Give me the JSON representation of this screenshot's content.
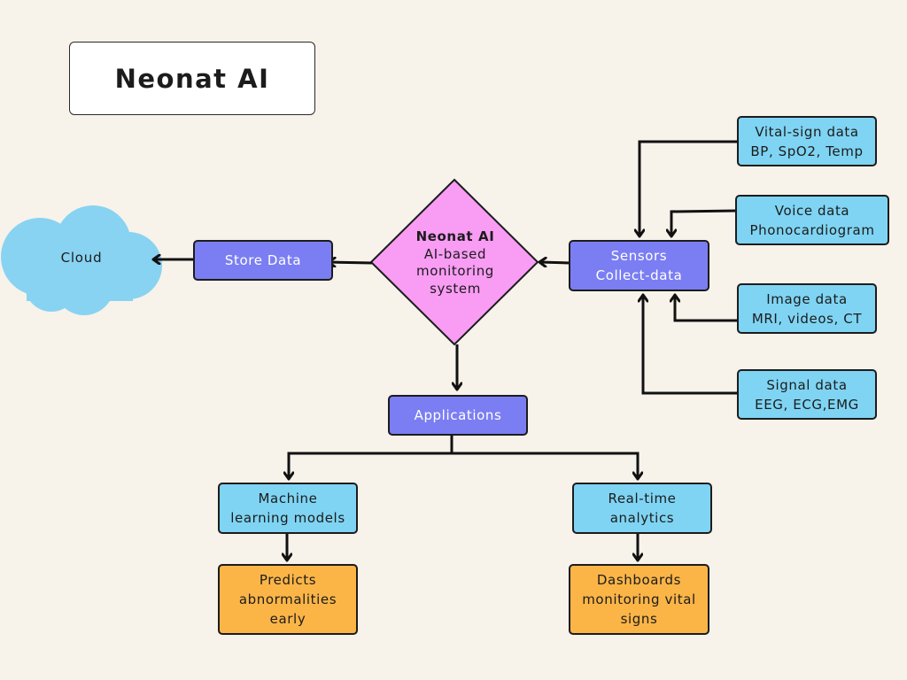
{
  "title": "Neonat AI",
  "cloud": {
    "label": "Cloud"
  },
  "store_data": {
    "label": "Store Data"
  },
  "central": {
    "name": "Neonat AI",
    "line1": "AI-based",
    "line2": "monitoring",
    "line3": "system"
  },
  "sensors": {
    "line1": "Sensors",
    "line2": "Collect-data"
  },
  "data_sources": {
    "vital": {
      "line1": "Vital-sign data",
      "line2": "BP, SpO2, Temp"
    },
    "voice": {
      "line1": "Voice data",
      "line2": "Phonocardiogram"
    },
    "image": {
      "line1": "Image data",
      "line2": "MRI, videos, CT"
    },
    "signal": {
      "line1": "Signal data",
      "line2": "EEG, ECG,EMG"
    }
  },
  "applications": {
    "label": "Applications"
  },
  "ml_models": {
    "line1": "Machine",
    "line2": "learning models"
  },
  "realtime": {
    "line1": "Real-time",
    "line2": "analytics"
  },
  "predicts": {
    "line1": "Predicts",
    "line2": "abnormalities",
    "line3": "early"
  },
  "dashboards": {
    "line1": "Dashboards",
    "line2": "monitoring vital",
    "line3": "signs"
  },
  "colors": {
    "background": "#f7f2ea",
    "purple": "#7b7ef2",
    "cyan": "#7fd4f3",
    "orange": "#fbb547",
    "pink": "#f99cf4",
    "cloud": "#88d3f1",
    "line": "#111111"
  }
}
